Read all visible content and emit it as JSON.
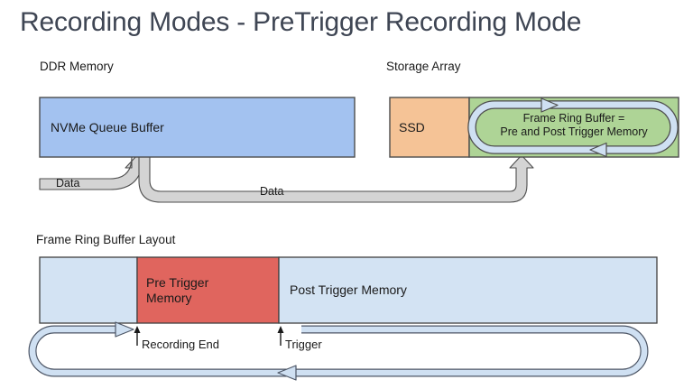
{
  "page": {
    "title": "Recording Modes - PreTrigger Recording Mode",
    "title_color": "#3f4654",
    "background": "#ffffff"
  },
  "sections": {
    "ddr_memory": {
      "label": "DDR Memory",
      "box": {
        "label": "NVMe Queue Buffer",
        "fill": "#a3c2f0",
        "stroke": "#4d4d4d"
      }
    },
    "storage_array": {
      "label": "Storage Array",
      "ssd_box": {
        "label": "SSD",
        "fill": "#f5c396",
        "stroke": "#4d4d4d"
      },
      "ring_box": {
        "fill": "#aed496",
        "stroke": "#4d4d4d",
        "label_line1": "Frame Ring Buffer =",
        "label_line2": "Pre and Post Trigger Memory",
        "ring_arrow_fill": "#cfe0f2",
        "ring_arrow_stroke": "#4d4d4d"
      }
    },
    "frame_ring_buffer_layout": {
      "label": "Frame Ring Buffer Layout",
      "segments": [
        {
          "name": "empty-left",
          "label": "",
          "fill": "#d3e3f3",
          "stroke": "#404040"
        },
        {
          "name": "pre-trigger-memory",
          "label": "Pre Trigger\nMemory",
          "label_line1": "Pre Trigger",
          "label_line2": "Memory",
          "fill": "#e0655e",
          "stroke": "#404040"
        },
        {
          "name": "post-trigger-memory",
          "label": "Post Trigger Memory",
          "fill": "#d3e3f3",
          "stroke": "#404040"
        }
      ],
      "markers": [
        {
          "name": "recording-end",
          "label": "Recording End"
        },
        {
          "name": "trigger",
          "label": "Trigger"
        }
      ],
      "loop_arrow_fill": "#cfe0f2",
      "loop_arrow_stroke": "#4d5666"
    }
  },
  "pipes": [
    {
      "name": "data-in-pipe",
      "label": "Data",
      "fill": "#d4d4d4",
      "stroke": "#4d4d4d"
    },
    {
      "name": "data-out-pipe",
      "label": "Data",
      "fill": "#d4d4d4",
      "stroke": "#4d4d4d"
    }
  ]
}
